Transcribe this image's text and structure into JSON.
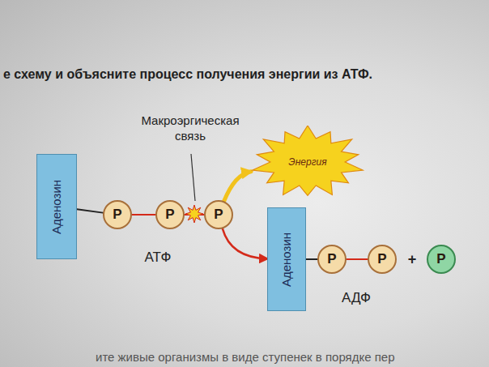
{
  "diagram": {
    "nodes": [
      {
        "text": [
          "Аденозин"
        ]
      },
      {
        "text": [
          "P"
        ]
      },
      {
        "text": [
          "P"
        ]
      },
      {
        "text": [
          "P"
        ]
      },
      {
        "text": [
          "Энергия"
        ]
      },
      {
        "text": [
          "Аденозин"
        ]
      },
      {
        "text": [
          "P"
        ]
      },
      {
        "text": [
          "P"
        ]
      },
      {
        "text": [
          "P"
        ]
      }
    ],
    "edges": [
      {
        "from": 0,
        "to": 1,
        "arrow": "none"
      },
      {
        "from": 1,
        "to": 2,
        "arrow": "none"
      },
      {
        "from": 2,
        "to": 3,
        "arrow": "none"
      },
      {
        "from": 3,
        "to": 4,
        "arrow": "to"
      },
      {
        "from": 3,
        "to": 5,
        "arrow": "to"
      },
      {
        "from": 5,
        "to": 6,
        "arrow": "none"
      },
      {
        "from": 6,
        "to": 7,
        "arrow": "none"
      }
    ],
    "labels": [
      "е схему и объясните процесс получения энергии из АТФ.",
      "Макроэргическая связь",
      "АТФ",
      "АДФ",
      "+",
      "ите живые организмы в виде ступенек в порядке пер"
    ]
  }
}
